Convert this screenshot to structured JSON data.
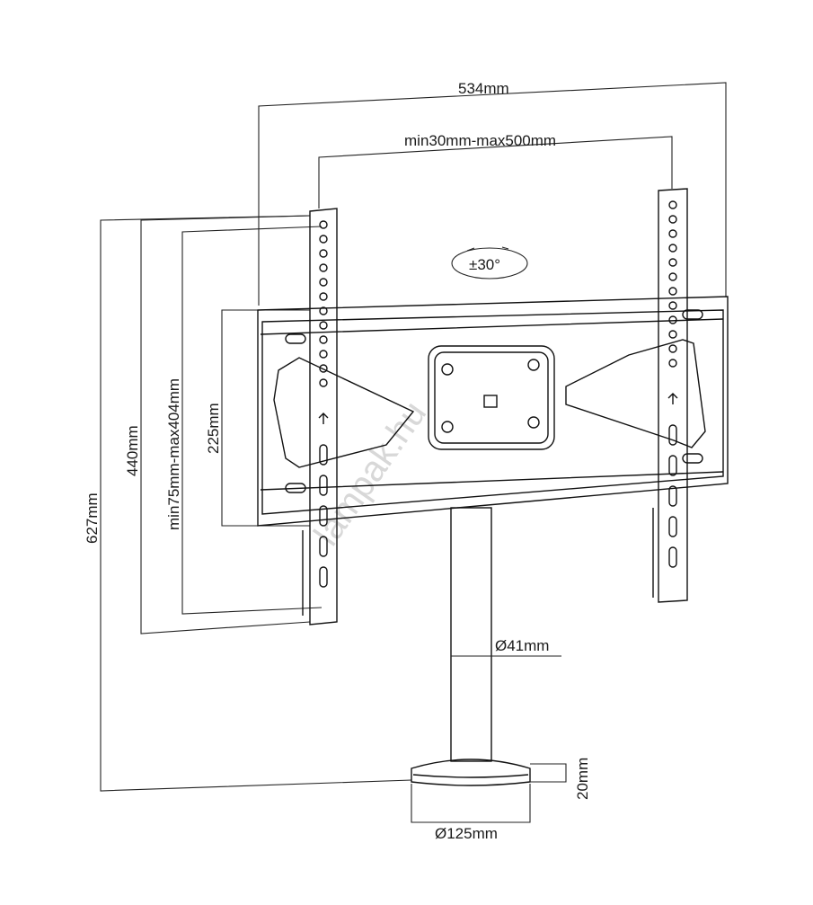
{
  "dimensions": {
    "overall_width": "534mm",
    "vesa_horizontal": "min30mm-max500mm",
    "rotation": "±30°",
    "overall_height": "627mm",
    "bracket_height": "440mm",
    "vesa_vertical": "min75mm-max404mm",
    "plate_height": "225mm",
    "pole_diameter": "Ø41mm",
    "base_height": "20mm",
    "base_diameter": "Ø125mm"
  },
  "watermark": "lampak.hu"
}
